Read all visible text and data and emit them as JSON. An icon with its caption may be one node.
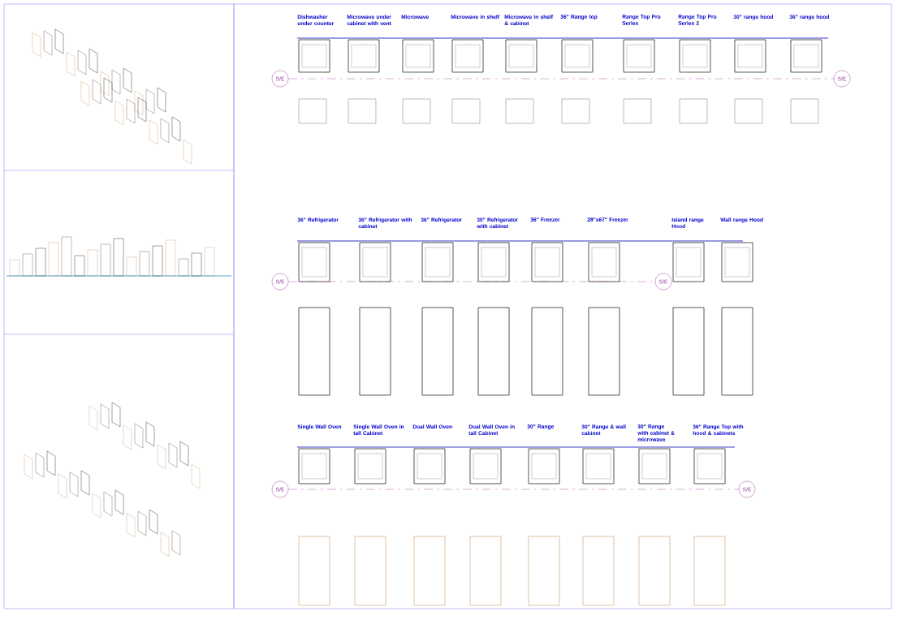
{
  "diagram": {
    "nodes": [
      {
        "text": [
          "S/E"
        ]
      },
      {
        "text": [
          "S/E"
        ]
      },
      {
        "text": [
          "S/E"
        ]
      },
      {
        "text": [
          "S/E"
        ]
      },
      {
        "text": [
          "S/E"
        ]
      },
      {
        "text": [
          "S/E"
        ]
      }
    ],
    "edges": [
      {
        "from": 0,
        "to": 1,
        "arrow": "none",
        "style": "dashed"
      },
      {
        "from": 2,
        "to": 3,
        "arrow": "none",
        "style": "dashed"
      },
      {
        "from": 4,
        "to": 5,
        "arrow": "none",
        "style": "dashed"
      }
    ],
    "labels": [
      "Dishwasher under counter",
      "Microwave under cabinet with vent",
      "Microwave",
      "Microwave in shelf",
      "Microwave in shelf & cabinet",
      "36\" Range top",
      "Range Top Pro Series",
      "Range Top Pro Series 2",
      "30\" range hood",
      "36\" range hood",
      "36\" Refrigerator",
      "36\" Refrigerator with cabinet",
      "36\" Refrigerator",
      "30\" Refrigerator with cabinet",
      "36\" Freezer",
      "28\"x67\" Freezer",
      "Island range Hood",
      "Wall range Hood",
      "Single Wall Oven",
      "Single Wall Oven in tall Cabinet",
      "Dual Wall Oven",
      "Dual Wall Oven in tall Cabinet",
      "30\" Range",
      "30\" Range & wall cabinet",
      "30\" Range with cabinet & microwave",
      "36\" Range Top with hood & cabinets"
    ]
  }
}
